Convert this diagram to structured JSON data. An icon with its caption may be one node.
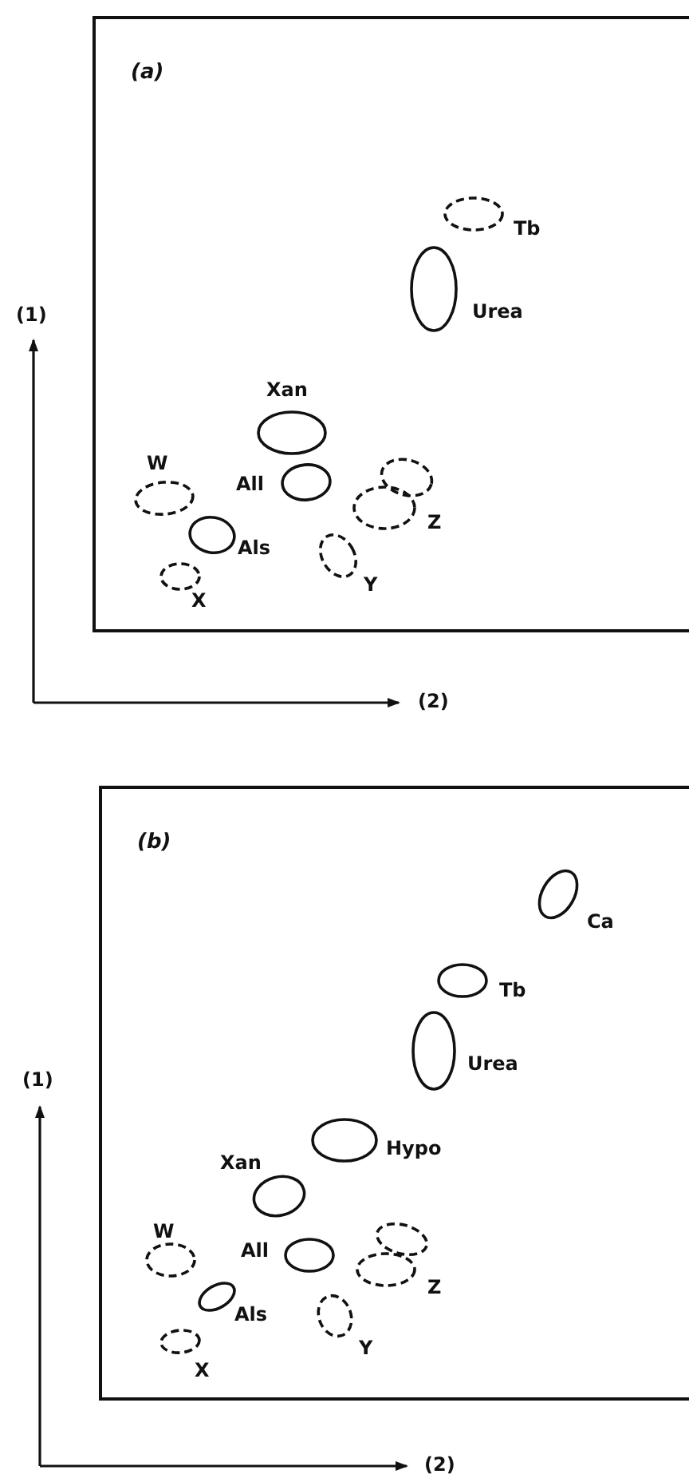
{
  "diagram": {
    "nodes": [
      {
        "text": [
          "(a)"
        ]
      },
      {
        "text": [
          "Tb"
        ],
        "in": 0
      },
      {
        "text": [
          "Urea"
        ],
        "in": 0
      },
      {
        "text": [
          "Xan"
        ],
        "in": 0
      },
      {
        "text": [
          "W"
        ],
        "in": 0
      },
      {
        "text": [
          "All"
        ],
        "in": 0
      },
      {
        "text": [
          "Z"
        ],
        "in": 0
      },
      {
        "text": [
          "Als"
        ],
        "in": 0
      },
      {
        "text": [
          "Y"
        ],
        "in": 0
      },
      {
        "text": [
          "X"
        ],
        "in": 0
      },
      {
        "text": [
          "(b)"
        ]
      },
      {
        "text": [
          "Ca"
        ],
        "in": 10
      },
      {
        "text": [
          "Tb"
        ],
        "in": 10
      },
      {
        "text": [
          "Urea"
        ],
        "in": 10
      },
      {
        "text": [
          "Hypo"
        ],
        "in": 10
      },
      {
        "text": [
          "Xan"
        ],
        "in": 10
      },
      {
        "text": [
          "W"
        ],
        "in": 10
      },
      {
        "text": [
          "All"
        ],
        "in": 10
      },
      {
        "text": [
          "Z"
        ],
        "in": 10
      },
      {
        "text": [
          "Als"
        ],
        "in": 10
      },
      {
        "text": [
          "Y"
        ],
        "in": 10
      },
      {
        "text": [
          "X"
        ],
        "in": 10
      }
    ],
    "labels": [
      "(1)",
      "(2)",
      "(1)",
      "(2)"
    ]
  }
}
